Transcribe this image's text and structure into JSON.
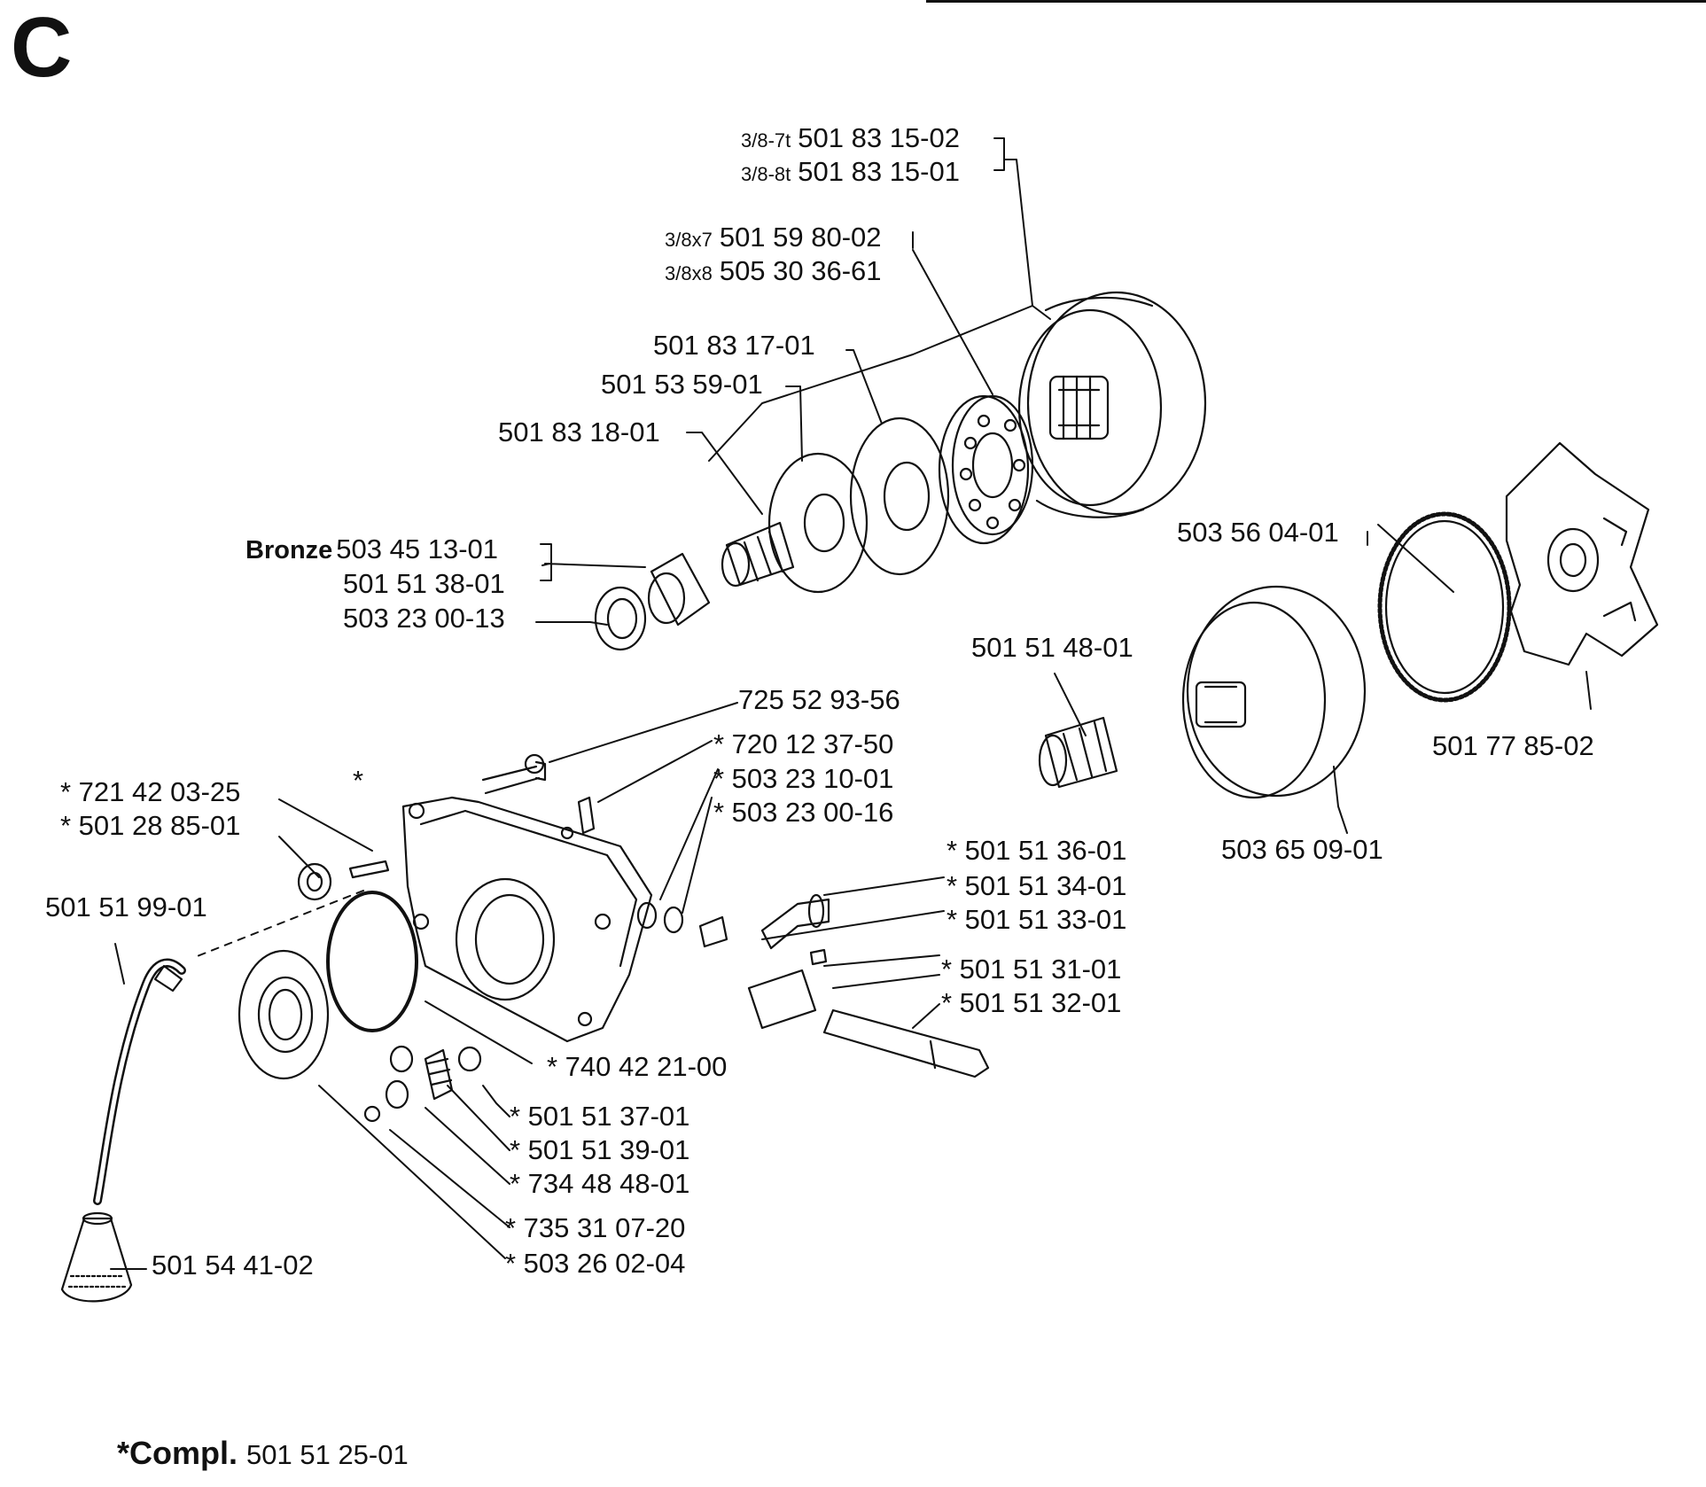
{
  "section": "C",
  "labels": [
    {
      "id": "drum-7t",
      "prefix": "3/8-7t",
      "part": "501 83 15-02"
    },
    {
      "id": "drum-8t",
      "prefix": "3/8-8t",
      "part": "501 83 15-01"
    },
    {
      "id": "sprocket-7",
      "prefix": "3/8x7",
      "part": "501 59 80-02"
    },
    {
      "id": "sprocket-8",
      "prefix": "3/8x8",
      "part": "505 30 36-61"
    },
    {
      "id": "washer-1",
      "part": "501 83 17-01"
    },
    {
      "id": "washer-2",
      "part": "501 53 59-01"
    },
    {
      "id": "needle-bearing-hub",
      "part": "501 83 18-01"
    },
    {
      "id": "bushing-bronze",
      "prefix": "Bronze",
      "part": "503 45 13-01"
    },
    {
      "id": "bushing",
      "part": "501 51 38-01"
    },
    {
      "id": "thrust-washer",
      "part": "503 23 00-13"
    },
    {
      "id": "clutch-spring",
      "part": "503 56 04-01"
    },
    {
      "id": "needle-bearing",
      "part": "501 51 48-01"
    },
    {
      "id": "clutch-shoe",
      "part": "501 77 85-02"
    },
    {
      "id": "clutch-drum",
      "part": "503 65 09-01"
    },
    {
      "id": "screw-top",
      "part": "725 52 93-56"
    },
    {
      "id": "pin",
      "part": "* 720 12 37-50"
    },
    {
      "id": "washer-small",
      "part": "* 503 23 10-01"
    },
    {
      "id": "washer-small-2",
      "part": "* 503 23 00-16"
    },
    {
      "id": "pump-asterisk",
      "part": "*"
    },
    {
      "id": "pin-left",
      "part": "* 721 42 03-25"
    },
    {
      "id": "seal-left",
      "part": "* 501 28 85-01"
    },
    {
      "id": "oil-hose",
      "part": "501 51 99-01"
    },
    {
      "id": "pump-piston",
      "part": "* 501 51 36-01"
    },
    {
      "id": "spring-pump",
      "part": "* 501 51 34-01"
    },
    {
      "id": "plug",
      "part": "* 501 51 33-01"
    },
    {
      "id": "pump-sleeve",
      "part": "* 501 51 31-01"
    },
    {
      "id": "worm-shaft",
      "part": "* 501 51 32-01"
    },
    {
      "id": "o-ring",
      "part": "* 740 42 21-00"
    },
    {
      "id": "adjust-screw",
      "part": "* 501 51 37-01"
    },
    {
      "id": "adjust-spring",
      "part": "* 501 51 39-01"
    },
    {
      "id": "o-ring-small",
      "part": "* 734 48 48-01"
    },
    {
      "id": "ball",
      "part": "* 735 31 07-20"
    },
    {
      "id": "seal-ring",
      "part": "* 503 26 02-04"
    },
    {
      "id": "oil-filter",
      "part": "501 54 41-02"
    }
  ],
  "footer": {
    "marker": "*Compl.",
    "part": "501 51 25-01"
  }
}
